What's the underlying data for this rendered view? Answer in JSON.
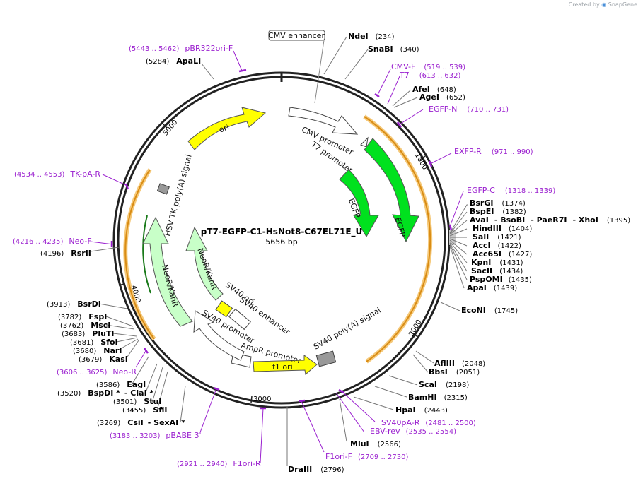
{
  "header": {
    "credit": "Created by",
    "brand": "SnapGene"
  },
  "plasmid": {
    "name": "pT7-EGFP-C1-HsNot8-C67EL71E_U",
    "size": "5656 bp",
    "length": 5656
  },
  "ticks": [
    "1000",
    "2000",
    "3000",
    "4000",
    "5000"
  ],
  "features": [
    {
      "label": "CMV enhancer",
      "color": "#ffffff"
    },
    {
      "label": "CMV promoter",
      "color": "#ffffff"
    },
    {
      "label": "T7 promoter",
      "color": "#ffffff"
    },
    {
      "label": "EGFP",
      "color": "#00e11e"
    },
    {
      "label": "EGFP",
      "color": "#00e11e"
    },
    {
      "label": "SV40 poly(A) signal",
      "color": "#999999"
    },
    {
      "label": "f1 ori",
      "color": "#ffff00"
    },
    {
      "label": "AmpR promoter",
      "color": "#ffffff"
    },
    {
      "label": "SV40 promoter",
      "color": "#ffffff"
    },
    {
      "label": "SV40 ori",
      "color": "#ffff00"
    },
    {
      "label": "SV40 enhancer",
      "color": "#ffffff"
    },
    {
      "label": "NeoR/KanR",
      "color": "#c8ffc8"
    },
    {
      "label": "NeoR/KanR",
      "color": "#c8ffc8"
    },
    {
      "label": "HSV TK poly(A) signal",
      "color": "#999999"
    },
    {
      "label": "ori",
      "color": "#ffff00"
    }
  ],
  "enzymes": [
    {
      "name": "NdeI",
      "pos": "(234)"
    },
    {
      "name": "SnaBI",
      "pos": "(340)"
    },
    {
      "name": "AfeI",
      "pos": "(648)"
    },
    {
      "name": "AgeI",
      "pos": "(652)"
    },
    {
      "name": "BsrGI",
      "pos": "(1374)"
    },
    {
      "name": "BspEI",
      "pos": "(1382)"
    },
    {
      "name": "AvaI",
      "pos": ""
    },
    {
      "name": "BsoBI",
      "pos": ""
    },
    {
      "name": "PaeR7I",
      "pos": ""
    },
    {
      "name": "XhoI",
      "pos": "(1395)"
    },
    {
      "name": "HindIII",
      "pos": "(1404)"
    },
    {
      "name": "SalI",
      "pos": "(1421)"
    },
    {
      "name": "AccI",
      "pos": "(1422)"
    },
    {
      "name": "Acc65I",
      "pos": "(1427)"
    },
    {
      "name": "KpnI",
      "pos": "(1431)"
    },
    {
      "name": "SacII",
      "pos": "(1434)"
    },
    {
      "name": "PspOMI",
      "pos": "(1435)"
    },
    {
      "name": "ApaI",
      "pos": "(1439)"
    },
    {
      "name": "EcoNI",
      "pos": "(1745)"
    },
    {
      "name": "AflIII",
      "pos": "(2048)"
    },
    {
      "name": "BbsI",
      "pos": "(2051)"
    },
    {
      "name": "ScaI",
      "pos": "(2198)"
    },
    {
      "name": "BamHI",
      "pos": "(2315)"
    },
    {
      "name": "HpaI",
      "pos": "(2443)"
    },
    {
      "name": "MluI",
      "pos": "(2566)"
    },
    {
      "name": "DraIII",
      "pos": "(2796)"
    },
    {
      "name": "CsiI",
      "pos": ""
    },
    {
      "name": "SexAI *",
      "pos": "(3269)"
    },
    {
      "name": "SfiI",
      "pos": "(3455)"
    },
    {
      "name": "StuI",
      "pos": "(3501)"
    },
    {
      "name": "BspDI *",
      "pos": "(3520)"
    },
    {
      "name": "ClaI *",
      "pos": ""
    },
    {
      "name": "EagI",
      "pos": "(3586)"
    },
    {
      "name": "KasI",
      "pos": "(3679)"
    },
    {
      "name": "NarI",
      "pos": "(3680)"
    },
    {
      "name": "SfoI",
      "pos": "(3681)"
    },
    {
      "name": "PluTI",
      "pos": "(3683)"
    },
    {
      "name": "MscI",
      "pos": "(3762)"
    },
    {
      "name": "FspI",
      "pos": "(3782)"
    },
    {
      "name": "BsrDI",
      "pos": "(3913)"
    },
    {
      "name": "RsrII",
      "pos": "(4196)"
    },
    {
      "name": "ApaLI",
      "pos": "(5284)"
    }
  ],
  "primers": [
    {
      "name": "pBR322ori-F",
      "range": "(5443 .. 5462)"
    },
    {
      "name": "CMV-F",
      "range": "(519 .. 539)"
    },
    {
      "name": "T7",
      "range": "(613 .. 632)"
    },
    {
      "name": "EGFP-N",
      "range": "(710 .. 731)"
    },
    {
      "name": "EXFP-R",
      "range": "(971 .. 990)"
    },
    {
      "name": "EGFP-C",
      "range": "(1318 .. 1339)"
    },
    {
      "name": "SV40pA-R",
      "range": "(2481 .. 2500)"
    },
    {
      "name": "EBV-rev",
      "range": "(2535 .. 2554)"
    },
    {
      "name": "F1ori-F",
      "range": "(2709 .. 2730)"
    },
    {
      "name": "F1ori-R",
      "range": "(2921 .. 2940)"
    },
    {
      "name": "pBABE 3'",
      "range": "(3183 .. 3203)"
    },
    {
      "name": "Neo-R",
      "range": "(3606 .. 3625)"
    },
    {
      "name": "Neo-F",
      "range": "(4216 .. 4235)"
    },
    {
      "name": "TK-pA-R",
      "range": "(4534 .. 4553)"
    }
  ]
}
